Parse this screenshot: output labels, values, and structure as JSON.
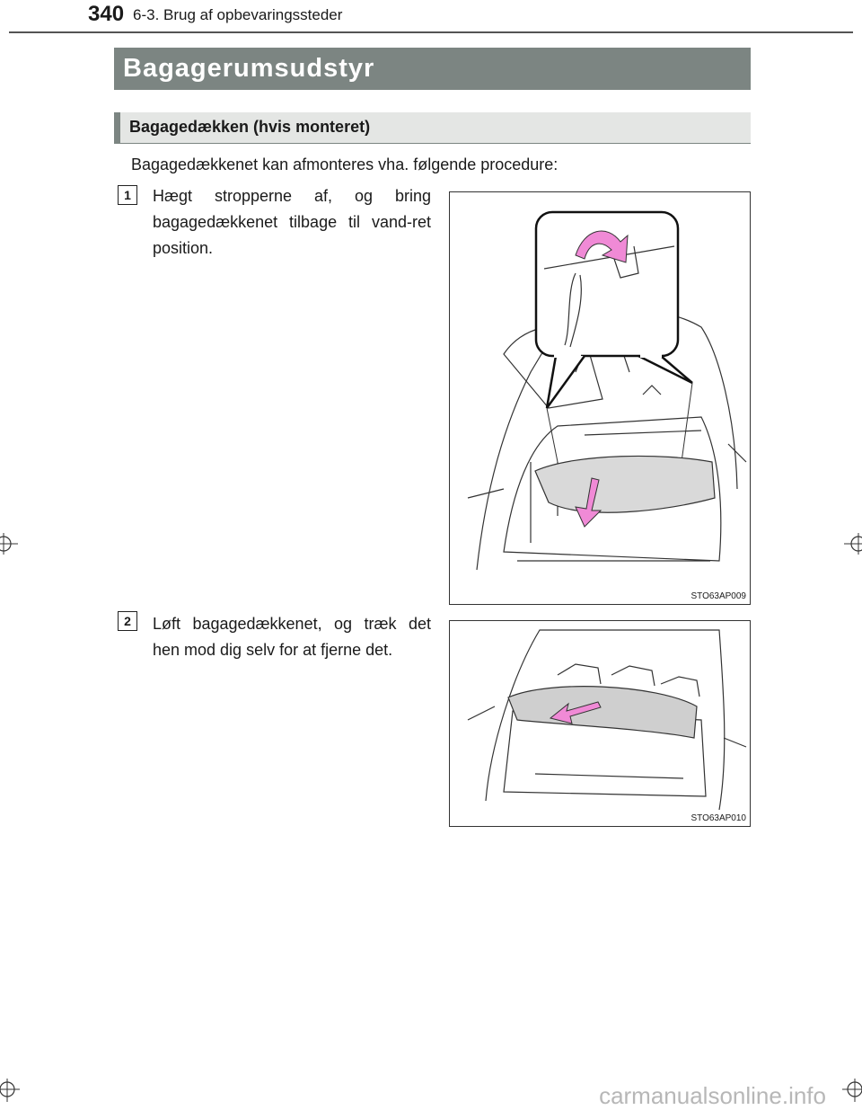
{
  "header": {
    "page_number": "340",
    "section": "6-3. Brug af opbevaringssteder"
  },
  "title": "Bagagerumsudstyr",
  "subheading": "Bagagedækken (hvis monteret)",
  "intro": "Bagagedækkenet kan afmonteres vha. følgende procedure:",
  "steps": [
    {
      "number": "1",
      "text": "Hægt stropperne af, og bring bagagedækkenet tilbage til vand-ret position.",
      "figure_code": "STO63AP009"
    },
    {
      "number": "2",
      "text": "Løft bagagedækkenet, og træk det hen mod dig selv for at fjerne det.",
      "figure_code": "STO63AP010"
    }
  ],
  "colors": {
    "title_band": "#7c8582",
    "subhead_band": "#e4e6e4",
    "arrow": "#f08ad6"
  },
  "footer": {
    "url": "carmanualsonline.info"
  }
}
